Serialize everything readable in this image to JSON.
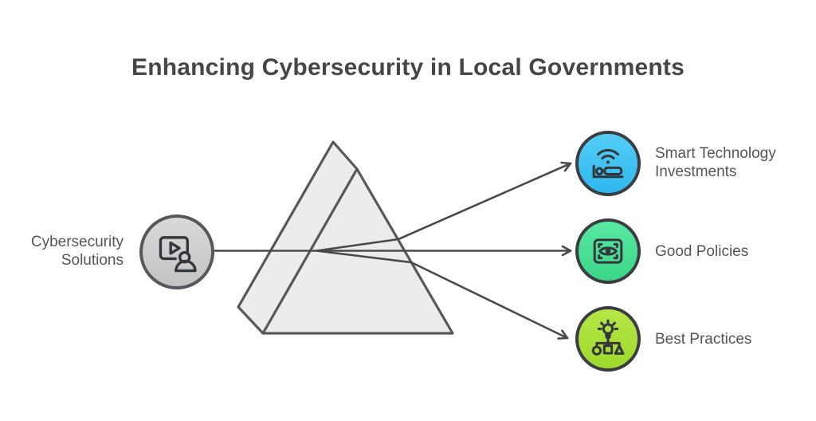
{
  "title": "Enhancing Cybersecurity in Local Governments",
  "colors": {
    "title_text": "#464646",
    "label_text": "#555555",
    "icon_stroke": "#33363a",
    "node_ring": "#3a3d41",
    "prism_fill": "#ececec",
    "prism_stroke": "#56585b",
    "ray_stroke": "#4a4a4a"
  },
  "source": {
    "label": "Cybersecurity Solutions",
    "icon": "video-person-icon",
    "color_top": "#d9d9d9",
    "color_bottom": "#c3c3c3",
    "ring": "#56585b"
  },
  "outputs": [
    {
      "label": "Smart Technology Investments",
      "icon": "wifi-bed-icon",
      "color_top": "#55cdf6",
      "color_bottom": "#2eb8ef",
      "ring": "#3a3d41"
    },
    {
      "label": "Good Policies",
      "icon": "eye-scan-icon",
      "color_top": "#58e8a4",
      "color_bottom": "#3cd687",
      "ring": "#3a3d41"
    },
    {
      "label": "Best Practices",
      "icon": "idea-hierarchy-icon",
      "color_top": "#b5e748",
      "color_bottom": "#9fd92c",
      "ring": "#3a3d41"
    }
  ]
}
